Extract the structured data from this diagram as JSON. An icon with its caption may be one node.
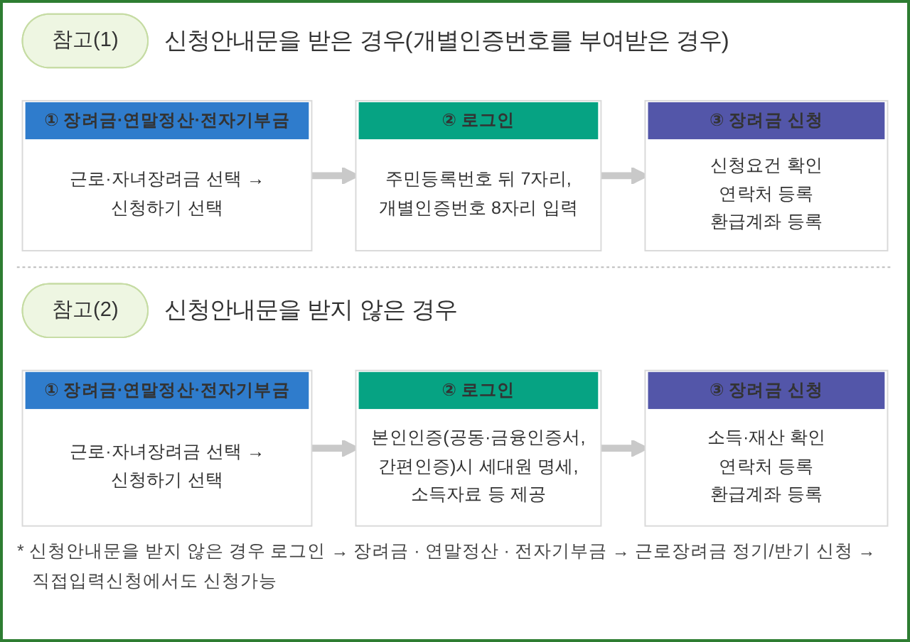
{
  "diagram": {
    "nodes": [
      {
        "text": [
          "참고(1)"
        ],
        "beside": [
          "신청안내문을 받은 경우(개별인증번호를 부여받은 경우)"
        ]
      },
      {
        "text": [
          "① 장려금·연말정산·전자기부금",
          "근로·자녀장려금 선택 → 신청하기 선택"
        ]
      },
      {
        "text": [
          "② 로그인",
          "주민등록번호 뒤 7자리, 개별인증번호 8자리 입력"
        ]
      },
      {
        "text": [
          "③ 장려금 신청",
          "신청요건 확인 연락처 등록 환급계좌 등록"
        ]
      },
      {
        "text": [
          "참고(2)"
        ],
        "beside": [
          "신청안내문을 받지 않은 경우"
        ]
      },
      {
        "text": [
          "① 장려금·연말정산·전자기부금",
          "근로·자녀장려금 선택 → 신청하기 선택"
        ]
      },
      {
        "text": [
          "② 로그인",
          "본인인증(공동·금융인증서, 간편인증)시 세대원 명세, 소득자료 등 제공"
        ]
      },
      {
        "text": [
          "③ 장려금 신청",
          "소득·재산 확인 연락처 등록 환급계좌 등록"
        ]
      }
    ],
    "edges": [
      {
        "from": 1,
        "to": 2,
        "arrow": "to"
      },
      {
        "from": 2,
        "to": 3,
        "arrow": "to"
      },
      {
        "from": 5,
        "to": 6,
        "arrow": "to"
      },
      {
        "from": 6,
        "to": 7,
        "arrow": "to"
      }
    ],
    "labels": [
      "* 신청안내문을 받지 않은 경우 로그인 → 장려금 · 연말정산 · 전자기부금 → 근로장려금 정기/반기 신청 → 직접입력신청에서도 신청가능"
    ]
  }
}
